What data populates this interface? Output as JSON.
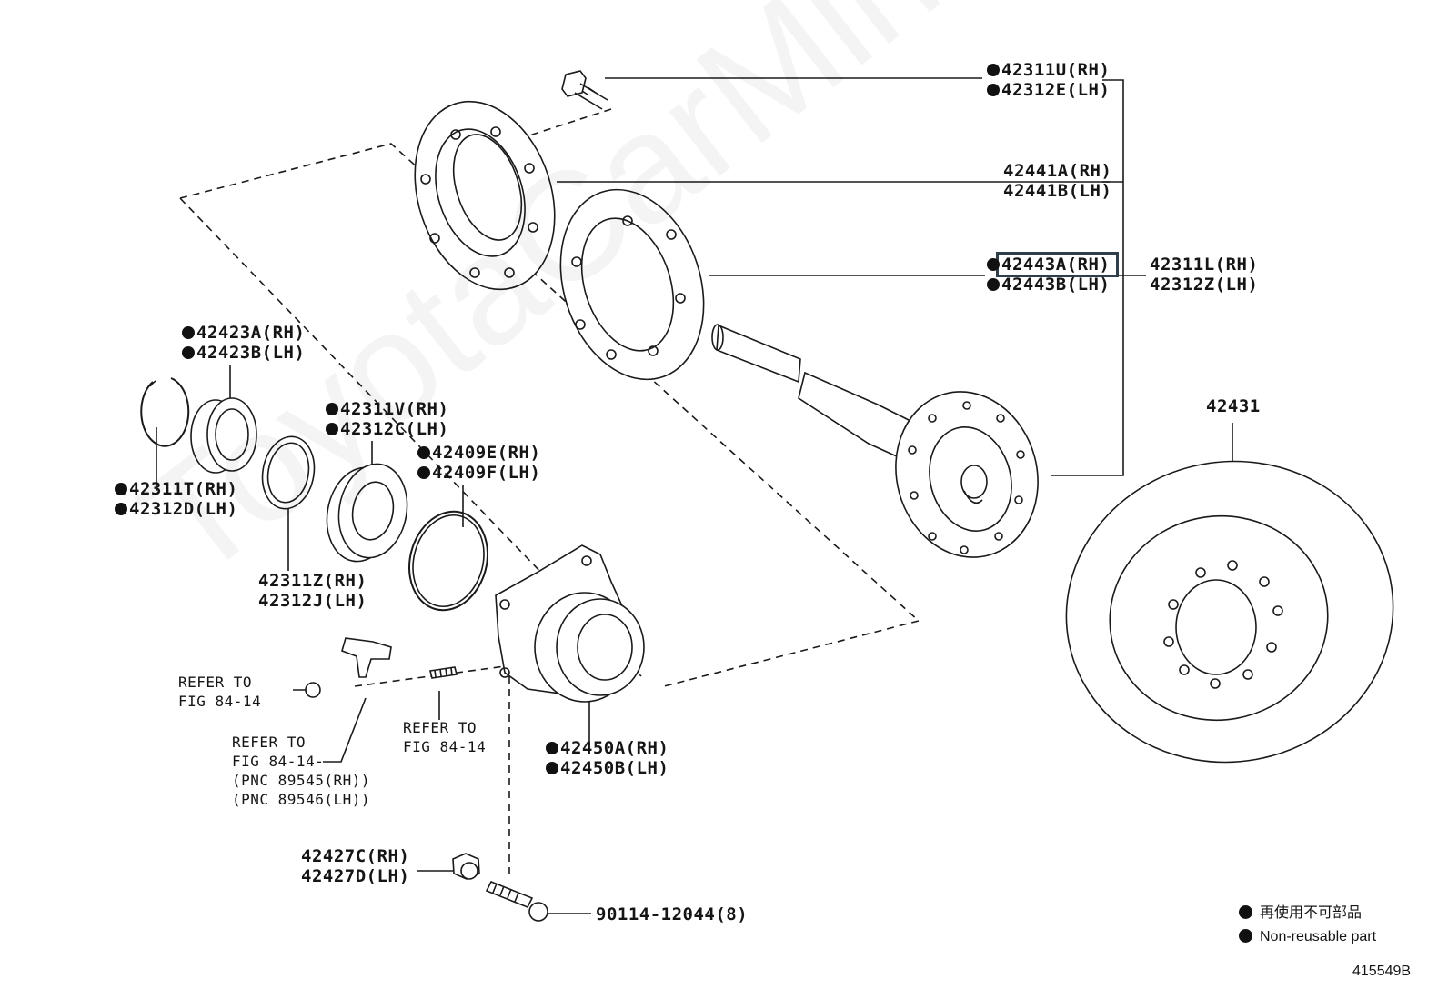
{
  "labels": {
    "bolt_rh": "42311U(RH)",
    "bolt_lh": "42312E(LH)",
    "retainer_rh": "42441A(RH)",
    "retainer_lh": "42441B(LH)",
    "gasket_rh": "42443A(RH)",
    "gasket_lh": "42443B(LH)",
    "shaft_rh": "42311L(RH)",
    "shaft_lh": "42312Z(LH)",
    "snapring_rh": "42423A(RH)",
    "snapring_lh": "42423B(LH)",
    "seal_rh": "42311V(RH)",
    "seal_lh": "42312C(LH)",
    "oring_rh": "42409E(RH)",
    "oring_lh": "42409F(LH)",
    "ring_rh": "42311T(RH)",
    "ring_lh": "42312D(LH)",
    "spacer_rh": "42311Z(RH)",
    "spacer_lh": "42312J(LH)",
    "disc": "42431",
    "hub_rh": "42450A(RH)",
    "hub_lh": "42450B(LH)",
    "nut_rh": "42427C(RH)",
    "nut_lh": "42427D(LH)",
    "hubbolt": "90114-12044(8)"
  },
  "refs": {
    "ref1_line1": "REFER TO",
    "ref1_line2": "FIG 84-14",
    "ref2_line1": "REFER TO",
    "ref2_line2": "FIG 84-14",
    "ref3_line1": "REFER TO",
    "ref3_line2": "FIG 84-14-",
    "ref3_line3": "(PNC 89545(RH))",
    "ref3_line4": "(PNC 89546(LH))"
  },
  "legend": {
    "jp": "再使用不可部品",
    "en": "Non-reusable part"
  },
  "illustration_number": "415549B",
  "watermark": "ToyotaCarMine.ru",
  "highlight_color": "#2f3f4a",
  "icons": {
    "non_reusable_marker": "filled-circle-icon"
  }
}
